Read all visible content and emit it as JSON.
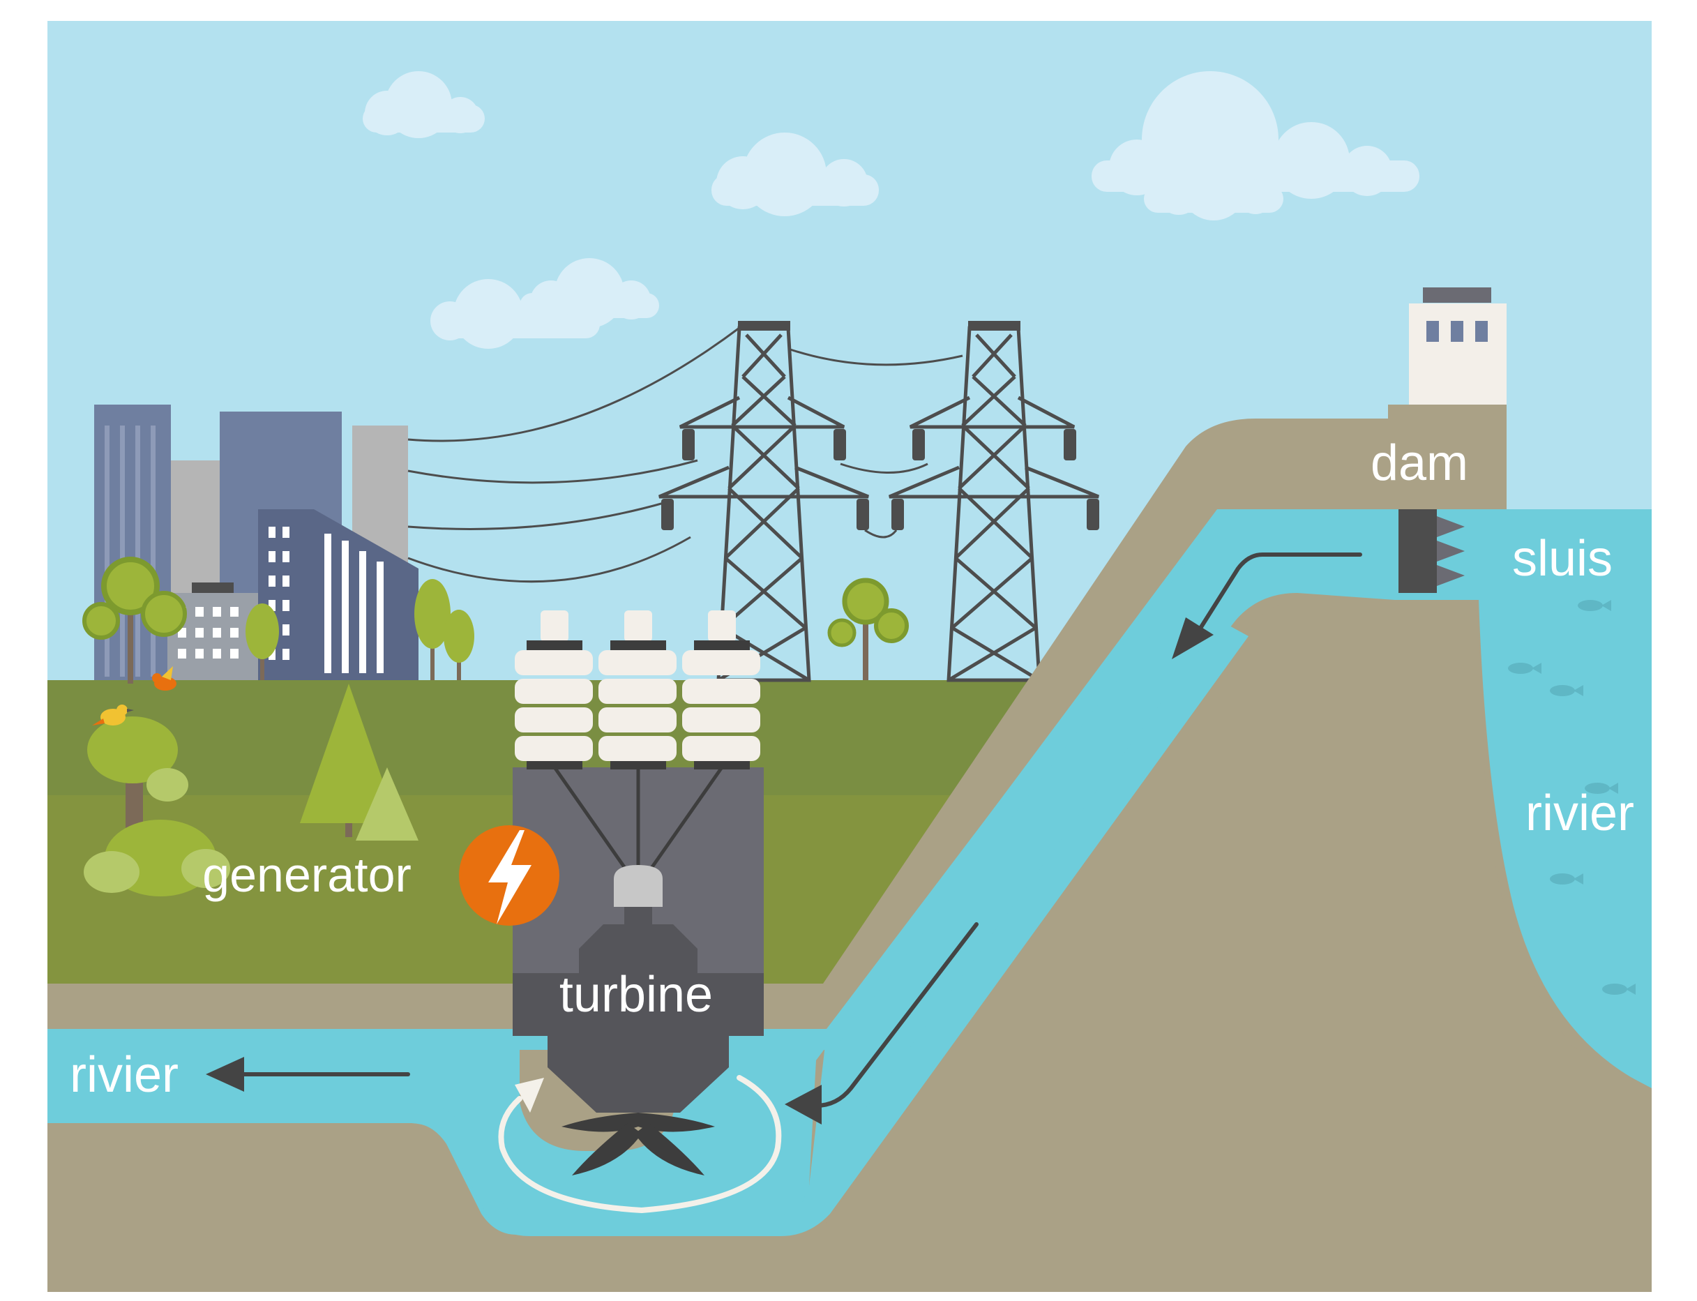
{
  "labels": {
    "dam": "dam",
    "sluice": "sluis",
    "river_right": "rivier",
    "generator": "generator",
    "turbine": "turbine",
    "river_left": "rivier"
  },
  "colors": {
    "sky": "#b3e1ef",
    "cloud": "#d9eef8",
    "grass": "#7a8e42",
    "earth": "#aaa186",
    "water": "#6ecddb",
    "machine": "#6b6b73",
    "machine_dark": "#55555a",
    "insulator": "#f3efe9",
    "pylon": "#4d4d4d",
    "lightning": "#e8700f",
    "building_blue": "#6f7fa0",
    "building_gray": "#b5b5b5",
    "tree_light": "#9db53a",
    "tree_dark": "#7d9a2e",
    "arrow": "#444444",
    "white_arrow": "#f4f1ea"
  },
  "icons": [
    "lightning-icon",
    "bird-icon",
    "fish-icon",
    "flow-arrow-icon",
    "rotation-arrow-icon"
  ]
}
